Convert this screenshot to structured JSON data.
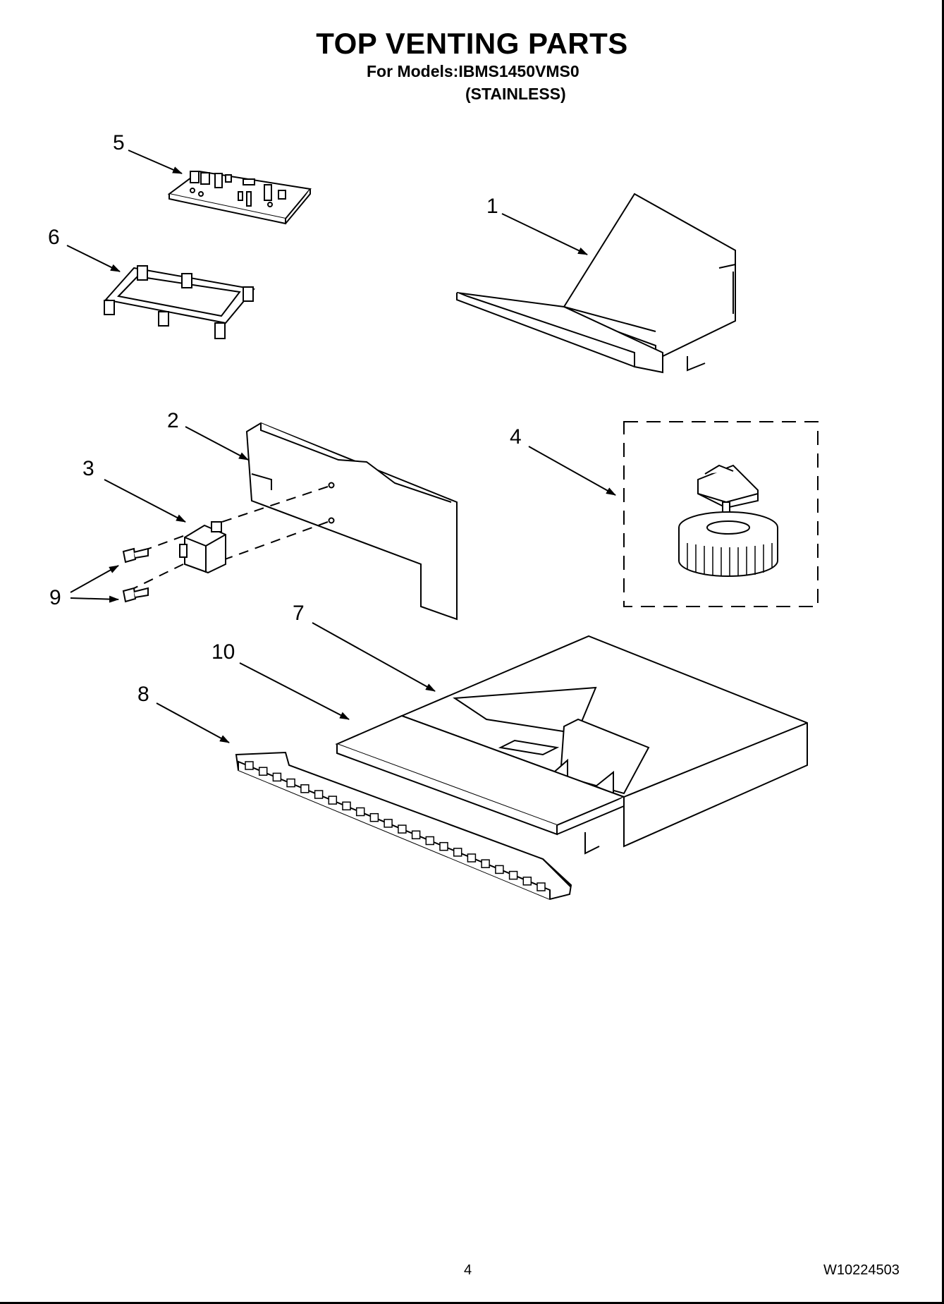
{
  "header": {
    "title": "TOP VENTING PARTS",
    "models_line": "For Models:IBMS1450VMS0",
    "variant": "(STAINLESS)"
  },
  "callouts": {
    "c1": "1",
    "c2": "2",
    "c3": "3",
    "c4": "4",
    "c5": "5",
    "c6": "6",
    "c7": "7",
    "c8": "8",
    "c9": "9",
    "c10": "10"
  },
  "footer": {
    "page_number": "4",
    "document_number": "W10224503"
  }
}
